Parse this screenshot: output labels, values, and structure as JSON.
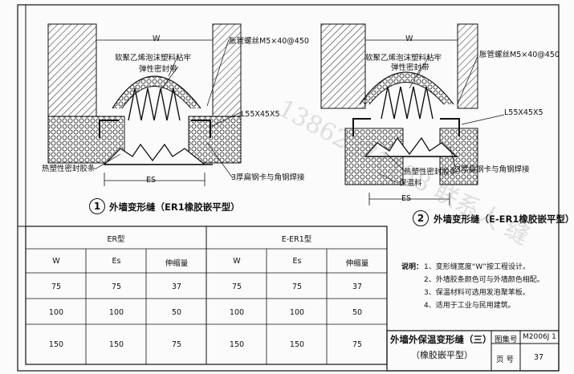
{
  "drawing1": {
    "number": "1",
    "caption": "外墙变形缝（ER1橡胶嵌平型）",
    "dim_w": "W",
    "dim_es": "ES",
    "label_foam": "软聚乙烯泡沫塑料粘牢",
    "label_seal": "弹性密封带",
    "label_screw": "胀管螺丝M5×40@450",
    "label_angle": "L55X45X5",
    "label_plastic": "热塑性密封胶条",
    "label_clip": "3厚扁钢卡与角钢焊接"
  },
  "drawing2": {
    "number": "2",
    "caption": "外墙变形缝（E-ER1橡胶嵌平型）",
    "dim_w": "W",
    "dim_es": "ES",
    "label_foam": "软聚乙烯泡沫塑料粘牢",
    "label_seal": "弹性密封带",
    "label_screw": "胀管螺丝M5×40@450",
    "label_angle": "L55X45X5",
    "label_plastic": "热塑性密封胶条",
    "label_clip": "3厚扁钢卡与角钢焊接",
    "label_insul": "保温料"
  },
  "table": {
    "group1": "ER型",
    "group2": "E-ER1型",
    "headers": [
      "W",
      "Es",
      "伸缩量",
      "W",
      "Es",
      "伸缩量"
    ],
    "rows": [
      [
        "75",
        "75",
        "37",
        "75",
        "75",
        "37"
      ],
      [
        "100",
        "100",
        "50",
        "100",
        "100",
        "50"
      ],
      [
        "150",
        "150",
        "75",
        "150",
        "150",
        "75"
      ]
    ]
  },
  "notes": {
    "title": "说明：",
    "items": [
      "1、变形缝宽度“W”按工程设计。",
      "2、外墙胶条颜色可与外墙颜色相配。",
      "3、保温材料可选用发泡聚苯板。",
      "4、适用于工业与民用建筑。"
    ]
  },
  "title_block": {
    "title": "外墙外保温变形缝（三）",
    "subtitle": "（橡胶嵌平型）",
    "atlas_label": "图集号",
    "atlas_value": "M2006J 1",
    "page_label": "页 号",
    "page_value": "37"
  },
  "watermark": "13862371188 联系人 缝"
}
